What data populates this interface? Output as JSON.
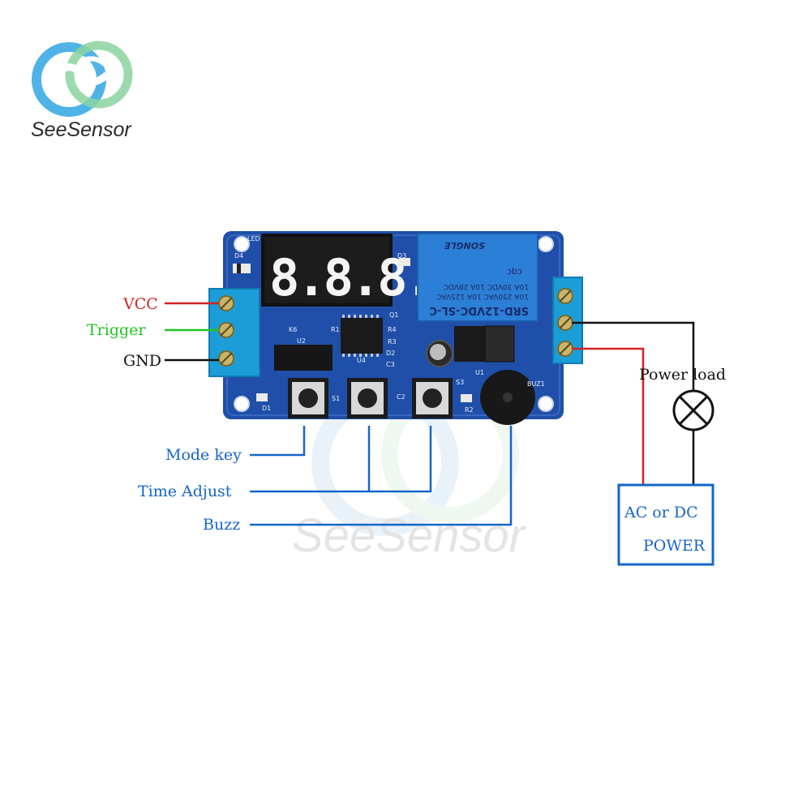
{
  "brand": {
    "name": "SeeSensor",
    "watermark": "SeeSensor"
  },
  "inputs": {
    "vcc": "VCC",
    "trigger": "Trigger",
    "gnd": "GND"
  },
  "controls": {
    "mode_key": "Mode key",
    "time_adjust": "Time Adjust",
    "buzz": "Buzz"
  },
  "load": {
    "power_load": "Power load",
    "power_line1": "AC or DC",
    "power_line2": "POWER"
  },
  "board": {
    "display_digits": "8.8.8.",
    "relay_model": "SRD-12VDC-SL-C",
    "relay_rating1": "10A 250VAC  10A 125VAC",
    "relay_rating2": "10A 30VDC  10A 28VDC",
    "relay_brand": "SONGLE",
    "relay_cert": "cqc",
    "silk_labels": [
      "LED",
      "D4",
      "D3",
      "Q1",
      "K6",
      "R1",
      "U2",
      "R4",
      "R3",
      "D2",
      "C3",
      "U4",
      "U1",
      "S1",
      "C2",
      "S3",
      "R2",
      "BUZ1",
      "D1"
    ]
  },
  "colors": {
    "vcc": "#d42020",
    "trigger": "#22c422",
    "gnd": "#111111",
    "callout": "#1565c8",
    "pcb": "#1f4fa8",
    "terminal": "#1b9ed8",
    "relay": "#2c7fd6",
    "load_wire": "#111111",
    "power_wire": "#d42020"
  }
}
